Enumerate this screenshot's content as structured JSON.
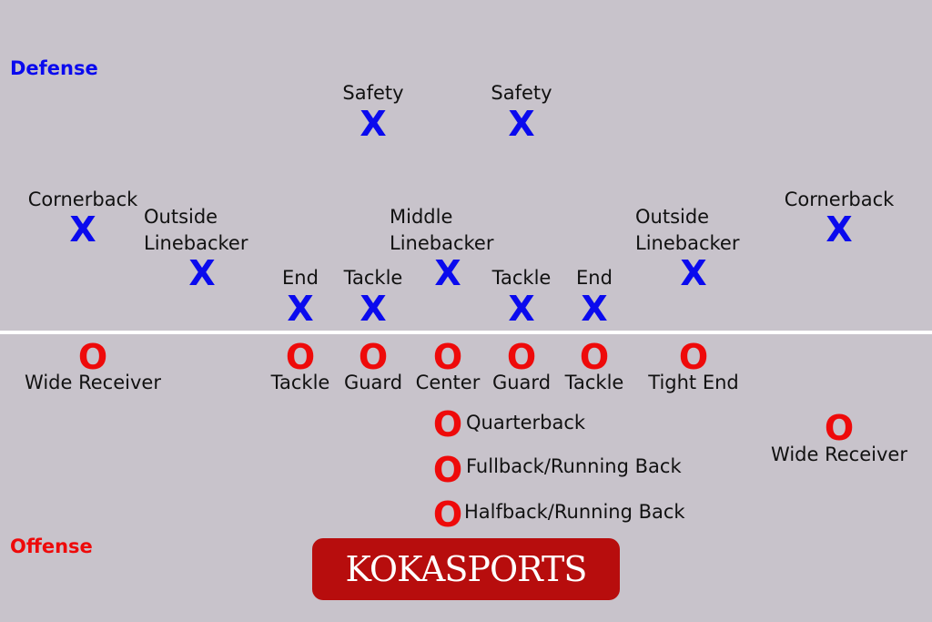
{
  "titles": {
    "defense": "Defense",
    "offense": "Offense"
  },
  "colors": {
    "defense": "#0a0aee",
    "offense": "#ee0a0a",
    "background": "#c8c3cb",
    "logo_bg": "#b70d0d"
  },
  "marks": {
    "defense": "X",
    "offense": "O"
  },
  "defense": [
    {
      "id": "safety-left",
      "label": "Safety"
    },
    {
      "id": "safety-right",
      "label": "Safety"
    },
    {
      "id": "cornerback-left",
      "label": "Cornerback"
    },
    {
      "id": "cornerback-right",
      "label": "Cornerback"
    },
    {
      "id": "olb-left",
      "label": "Outside\nLinebacker"
    },
    {
      "id": "mlb",
      "label": "Middle\nLinebacker"
    },
    {
      "id": "olb-right",
      "label": "Outside\nLinebacker"
    },
    {
      "id": "end-left",
      "label": "End"
    },
    {
      "id": "tackle-left",
      "label": "Tackle"
    },
    {
      "id": "tackle-right",
      "label": "Tackle"
    },
    {
      "id": "end-right",
      "label": "End"
    }
  ],
  "offense": [
    {
      "id": "wr-left",
      "label": "Wide Receiver"
    },
    {
      "id": "tackle-left",
      "label": "Tackle"
    },
    {
      "id": "guard-left",
      "label": "Guard"
    },
    {
      "id": "center",
      "label": "Center"
    },
    {
      "id": "guard-right",
      "label": "Guard"
    },
    {
      "id": "tackle-right",
      "label": "Tackle"
    },
    {
      "id": "tight-end",
      "label": "Tight End"
    },
    {
      "id": "quarterback",
      "label": "Quarterback"
    },
    {
      "id": "fullback",
      "label": "Fullback/Running Back"
    },
    {
      "id": "halfback",
      "label": "Halfback/Running Back"
    },
    {
      "id": "wr-right",
      "label": "Wide Receiver"
    }
  ],
  "logo": "KOKASPORTS"
}
